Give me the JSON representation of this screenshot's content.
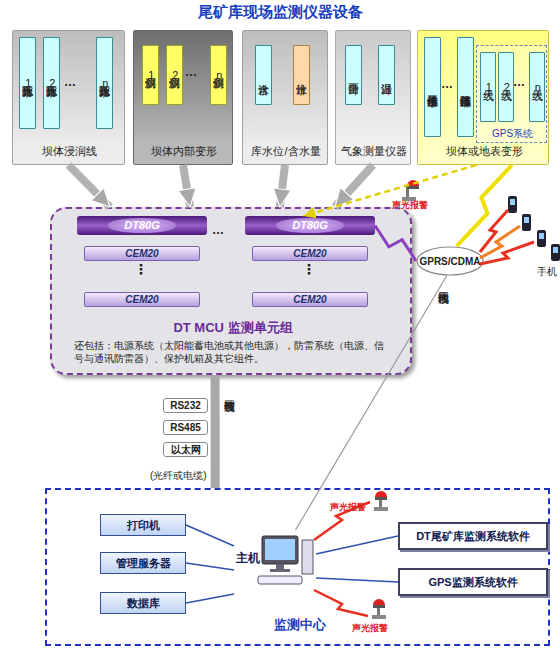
{
  "diagram": {
    "title": "尾矿库现场监测仪器设备",
    "nodes": [
      {
        "text": [
          "坝体浸润线"
        ]
      },
      {
        "text": [
          "孔隙水压力计1"
        ],
        "in": 0
      },
      {
        "text": [
          "孔隙水压力计2"
        ],
        "in": 0
      },
      {
        "text": [
          "孔隙水压力计n"
        ],
        "in": 0
      },
      {
        "text": [
          "坝体内部变形"
        ]
      },
      {
        "text": [
          "测斜仪1"
        ],
        "in": 4
      },
      {
        "text": [
          "测斜仪2"
        ],
        "in": 4
      },
      {
        "text": [
          "测斜仪n"
        ],
        "in": 4
      },
      {
        "text": [
          "库水位/含水量"
        ]
      },
      {
        "text": [
          "含水计"
        ],
        "in": 8
      },
      {
        "text": [
          "水位计"
        ],
        "in": 8
      },
      {
        "text": [
          "气象测量仪器"
        ]
      },
      {
        "text": [
          "雨量计"
        ],
        "in": 11
      },
      {
        "text": [
          "温湿计"
        ],
        "in": 11
      },
      {
        "text": [
          "坝体或地表变形"
        ]
      },
      {
        "text": [
          "水平位移传感器"
        ],
        "in": 14
      },
      {
        "text": [
          "沉降位移传感器"
        ],
        "in": 14
      },
      {
        "text": [
          "GPS系统"
        ],
        "in": 14
      },
      {
        "text": [
          "天线1"
        ],
        "in": 17
      },
      {
        "text": [
          "天线2"
        ],
        "in": 17
      },
      {
        "text": [
          "天线n"
        ],
        "in": 17
      },
      {
        "text": [
          "DT MCU 监测单元组",
          "还包括：电源系统（太阳能蓄电池或其他电源），防雷系统（电源、信号与通讯防雷器）、保护机箱及其它组件。"
        ]
      },
      {
        "text": [
          "DT80G"
        ],
        "in": 21
      },
      {
        "text": [
          "CEM20"
        ],
        "in": 21
      },
      {
        "text": [
          "CEM20"
        ],
        "in": 21
      },
      {
        "text": [
          "DT80G"
        ],
        "in": 21
      },
      {
        "text": [
          "CEM20"
        ],
        "in": 21
      },
      {
        "text": [
          "CEM20"
        ],
        "in": 21
      },
      {
        "text": [
          "GPRS/CDMA"
        ]
      },
      {
        "text": [
          "RS232"
        ]
      },
      {
        "text": [
          "RS485"
        ]
      },
      {
        "text": [
          "以太网"
        ]
      },
      {
        "text": [
          "监测中心"
        ]
      },
      {
        "text": [
          "打印机"
        ],
        "in": 32
      },
      {
        "text": [
          "管理服务器"
        ],
        "in": 32
      },
      {
        "text": [
          "数据库"
        ],
        "in": 32
      },
      {
        "text": [
          "主机"
        ],
        "in": 32
      },
      {
        "text": [
          "DT尾矿库监测系统软件"
        ],
        "in": 32
      },
      {
        "text": [
          "GPS监测系统软件"
        ],
        "in": 32
      }
    ],
    "edges": [
      {
        "from": 0,
        "to": 21,
        "arrow": "to"
      },
      {
        "from": 4,
        "to": 21,
        "arrow": "to"
      },
      {
        "from": 8,
        "to": 21,
        "arrow": "to"
      },
      {
        "from": 11,
        "to": 21,
        "arrow": "to"
      },
      {
        "from": 14,
        "to": 25,
        "arrow": "to"
      },
      {
        "from": 14,
        "to": 28,
        "arrow": "none"
      },
      {
        "from": 25,
        "to": 28,
        "arrow": "none"
      },
      {
        "from": 28,
        "to": 36,
        "arrow": "none"
      },
      {
        "from": 21,
        "to": 32,
        "arrow": "none"
      },
      {
        "from": 33,
        "to": 36,
        "arrow": "none"
      },
      {
        "from": 34,
        "to": 36,
        "arrow": "none"
      },
      {
        "from": 35,
        "to": 36,
        "arrow": "none"
      },
      {
        "from": 36,
        "to": 37,
        "arrow": "none"
      },
      {
        "from": 36,
        "to": 38,
        "arrow": "none"
      }
    ],
    "labels": [
      "…",
      "…",
      "…",
      "…",
      "声光报警",
      "手机",
      "…",
      "⋮",
      "⋮",
      "无线传输网",
      "有线传输网",
      "(光纤或电缆)",
      "声光报警",
      "声光报警"
    ]
  }
}
